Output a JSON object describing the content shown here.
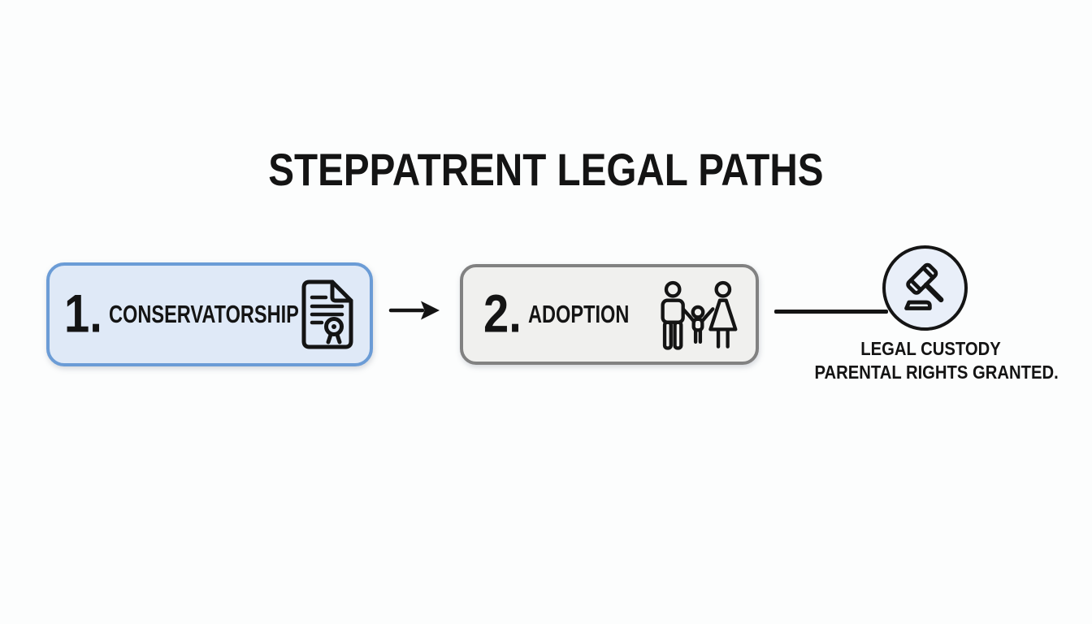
{
  "title": "STEPPATRENT LEGAL PATHS",
  "steps": [
    {
      "number": "1.",
      "label": "CONSERVATORSHIP",
      "icon": "certificate-document-with-seal-icon"
    },
    {
      "number": "2.",
      "label": "ADOPTION",
      "icon": "family-parents-child-icon"
    }
  ],
  "connectors": {
    "between_steps": "right-arrow-icon",
    "to_outcome": "plain-line"
  },
  "outcome": {
    "icon": "gavel-icon",
    "line1": "LEGAL CUSTODY",
    "line2": "PARENTAL RIGHTS GRANTED."
  },
  "colors": {
    "background": "#fcfdfd",
    "ink": "#141414",
    "step1_fill": "#dfe9f7",
    "step1_border": "#6b9cd6",
    "step2_fill": "#f0f0ee",
    "step2_border": "#818181",
    "outcome_circle_fill": "#e9eff9",
    "outcome_circle_border": "#151515"
  }
}
